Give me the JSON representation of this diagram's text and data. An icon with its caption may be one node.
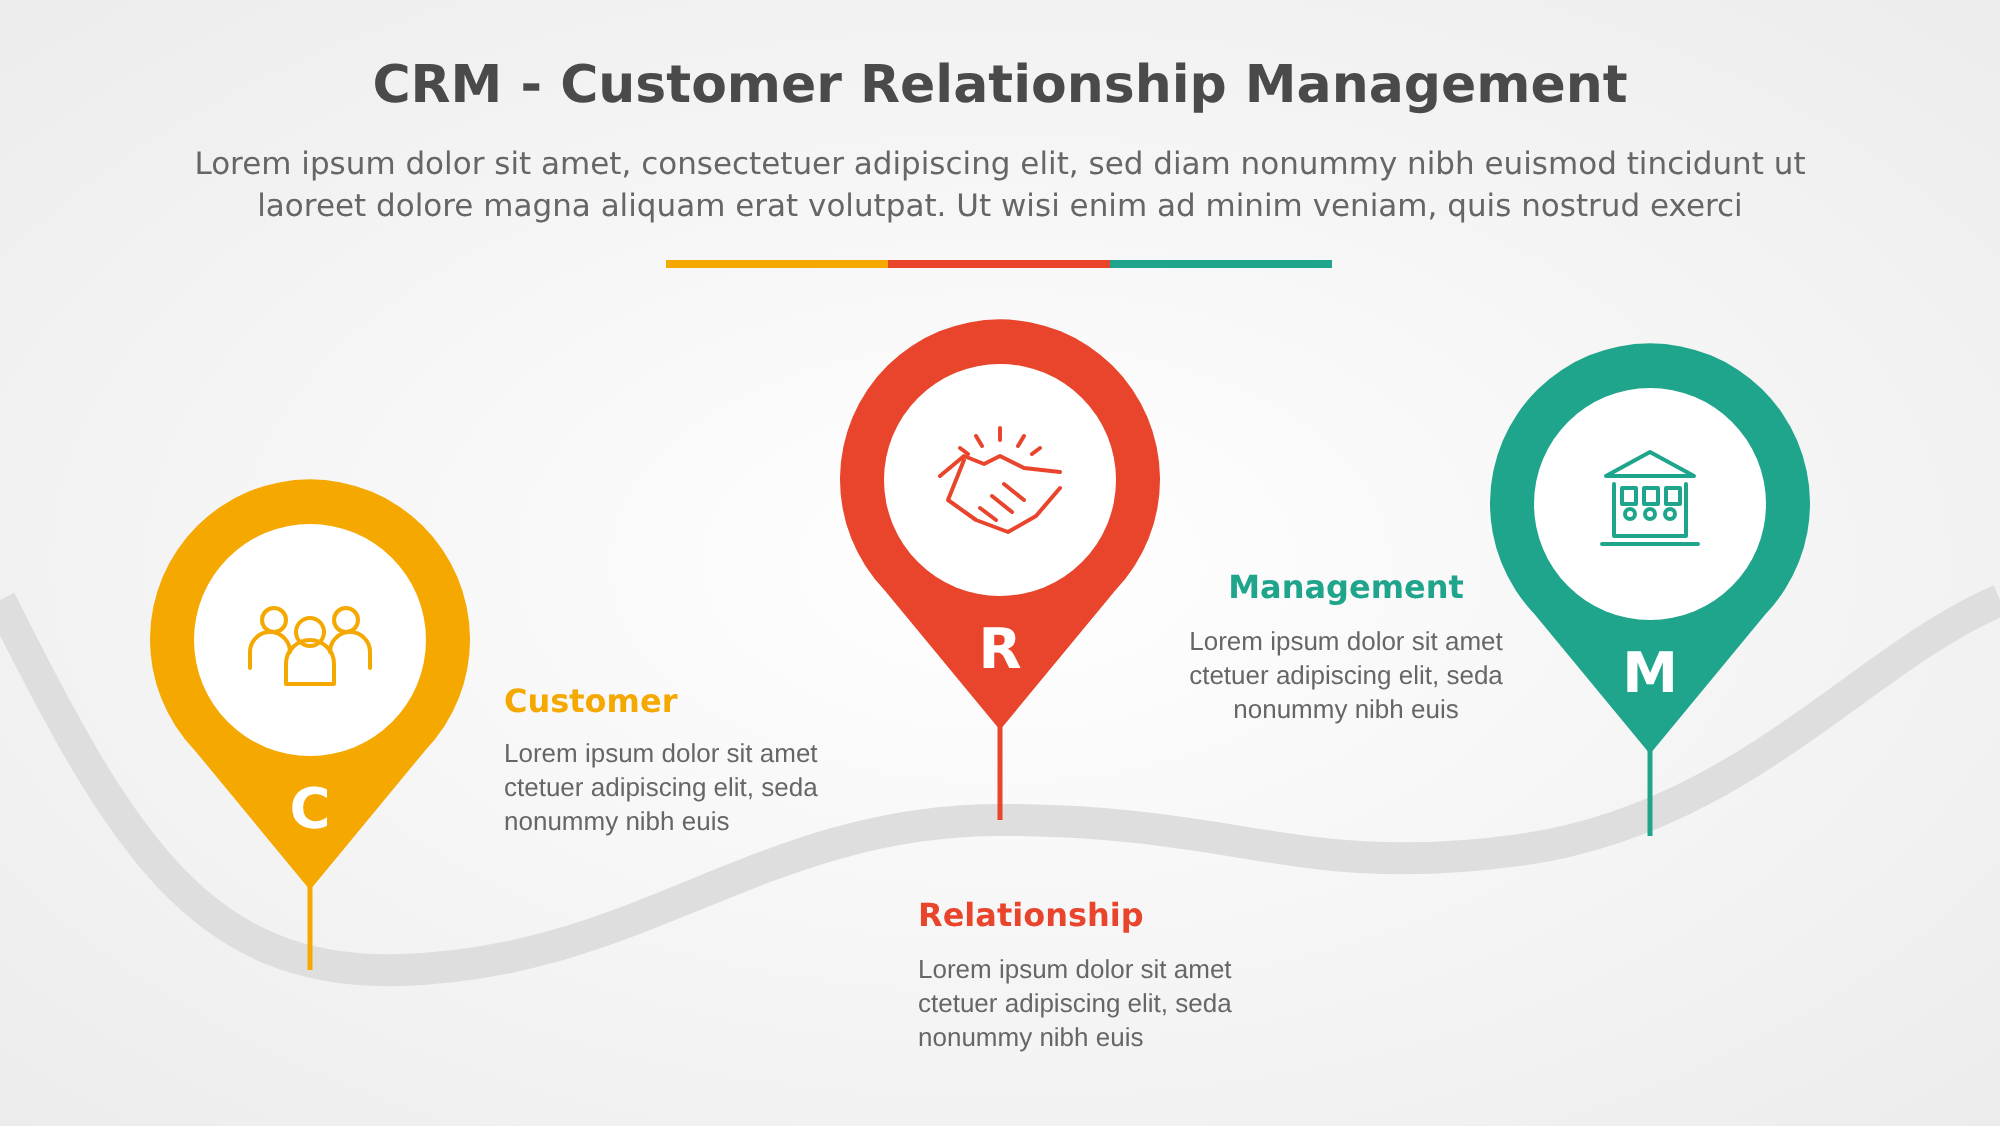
{
  "diagram": {
    "title": "CRM - Customer Relationship Management",
    "nodes": [
      {
        "text": [
          "C"
        ],
        "beside": [
          "Customer",
          "Lorem ipsum dolor sit amet ctetuer adipiscing elit, seda nonummy nibh euis"
        ]
      },
      {
        "text": [
          "R"
        ],
        "beside": [
          "Relationship",
          "Lorem ipsum dolor sit amet ctetuer adipiscing elit, seda nonummy nibh euis"
        ]
      },
      {
        "text": [
          "M"
        ],
        "beside": [
          "Management",
          "Lorem ipsum dolor sit amet ctetuer adipiscing elit, seda nonummy nibh euis"
        ]
      }
    ],
    "labels": [
      "Lorem ipsum dolor sit amet, consectetuer adipiscing elit, sed diam nonummy nibh euismod tincidunt ut laoreet dolore magna aliquam erat volutpat. Ut wisi enim ad minim veniam, quis nostrud exerci"
    ]
  }
}
